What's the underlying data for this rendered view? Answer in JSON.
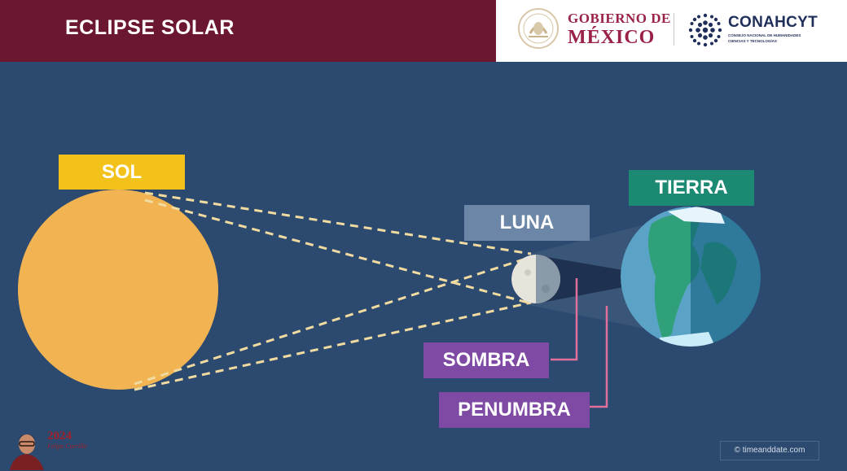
{
  "header": {
    "title": "ECLIPSE SOLAR",
    "logos": {
      "gobierno_line1": "GOBIERNO DE",
      "gobierno_line2": "MÉXICO",
      "conahcyt_name": "CONAHCYT",
      "conahcyt_line1": "CONSEJO NACIONAL DE HUMANIDADES",
      "conahcyt_line2": "CIENCIAS Y TECNOLOGÍAS"
    }
  },
  "diagram": {
    "labels": {
      "sun": "SOL",
      "earth": "TIERRA",
      "moon": "LUNA",
      "umbra": "SOMBRA",
      "penumbra": "PENUMBRA"
    },
    "credit": "© timeanddate.com"
  },
  "footer_badge": {
    "year": "2024",
    "text": "Felipe Carrillo"
  },
  "colors": {
    "background": "#2c4a70",
    "title_bar": "#6b1730",
    "sun": "#f2b452",
    "sun_label": "#f3c21a",
    "earth_label": "#1c8a73",
    "moon_label": "#6b86a6",
    "shadow_labels": "#7e4aa3",
    "leader_lines": "#e0709b"
  },
  "icons": [
    "gobierno-emblem-icon",
    "conahcyt-dots-icon",
    "portrait-badge-icon"
  ]
}
